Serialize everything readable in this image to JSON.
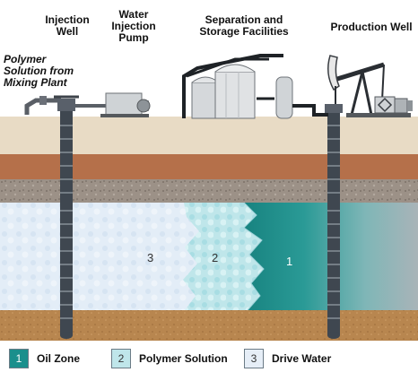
{
  "labels": {
    "injection_well": [
      "Injection",
      "Well"
    ],
    "water_pump": [
      "Water",
      "Injection",
      "Pump"
    ],
    "separation": [
      "Separation and",
      "Storage Facilities"
    ],
    "production_well": "Production Well",
    "polymer_source": [
      "Polymer",
      "Solution from",
      "Mixing Plant"
    ]
  },
  "zones": {
    "oil": "1",
    "polymer": "2",
    "water": "3"
  },
  "legend": [
    {
      "num": "1",
      "label": "Oil Zone",
      "color": "#1a8f8c"
    },
    {
      "num": "2",
      "label": "Polymer Solution",
      "color": "#bfe6ea"
    },
    {
      "num": "3",
      "label": "Drive Water",
      "color": "#e6eef7"
    }
  ],
  "colors": {
    "sky": "#ffffff",
    "surface": "#e9dcc6",
    "clay": "#b5704a",
    "gravel": "#9a8f84",
    "water_zone": "#e1ecf6",
    "polymer_zone": "#bfe6ea",
    "oil_zone": "#1a8f8c",
    "base_rock": "#b5824e"
  }
}
